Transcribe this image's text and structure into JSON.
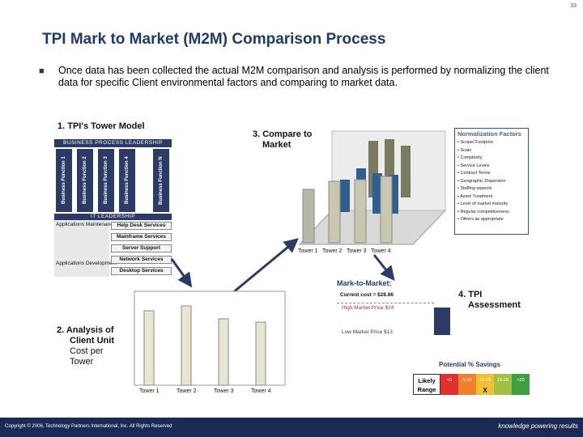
{
  "page_number": "33",
  "title": "TPI Mark to Market (M2M) Comparison Process",
  "bullet_text": "Once data has been collected the actual M2M comparison and analysis is performed by normalizing the client data for specific Client environmental factors and comparing to market data.",
  "tower_model": {
    "label": "1. TPI's Tower Model",
    "header": "BUSINESS PROCESS LEADERSHIP",
    "functions": [
      "Business Function 1",
      "Business Function 2",
      "Business Function 3",
      "Business Function 4",
      "Business Function N"
    ],
    "it_leadership": "IT LEADERSHIP",
    "apps_maintenance": "Applications Maintenance",
    "apps_development": "Applications Development",
    "services": [
      "Help Desk Services",
      "Mainframe Services",
      "Server Support",
      "Network Services",
      "Desktop Services"
    ]
  },
  "compare": {
    "label_line1": "3. Compare to",
    "label_line2": "Market",
    "towers": [
      "Tower 1",
      "Tower 2",
      "Tower 3",
      "Tower 4"
    ]
  },
  "normalization": {
    "title": "Normalization Factors",
    "items": [
      "Scope/ Footprint",
      "Scale",
      "Complexity",
      "Service Levels",
      "Contract Terms",
      "Geographic Dispersion",
      "Staffing aspects",
      "Asset Treatment",
      "Level of market maturity",
      "Regular competitiveness",
      "Others as appropriate"
    ]
  },
  "mark_to_market": {
    "title": "Mark-to-Market:",
    "current_cost": "Current cost = $28.86",
    "high_price": "High Market Price $24",
    "low_price": "Low Market Price $13"
  },
  "assessment": {
    "line1": "4. TPI",
    "line2": "Assessment"
  },
  "analysis": {
    "line1": "2. Analysis of",
    "line2": "Client Unit",
    "line3": "Cost per",
    "line4": "Tower",
    "towers": [
      "Tower 1",
      "Tower 2",
      "Tower 3",
      "Tower 4"
    ]
  },
  "savings": {
    "title": "Potential % Savings",
    "likely_line1": "Likely",
    "likely_line2": "Range",
    "ranges": [
      "<5",
      "5-10",
      "10-15",
      "15-20",
      ">20"
    ],
    "colors": [
      "#e03030",
      "#f08030",
      "#f0c030",
      "#a0c040",
      "#40a040"
    ],
    "marker": "X"
  },
  "footer": {
    "copyright": "Copyright © 2006, Technology Partners International, Inc. All Rights Reserved",
    "tagline": "knowledge powering results"
  }
}
